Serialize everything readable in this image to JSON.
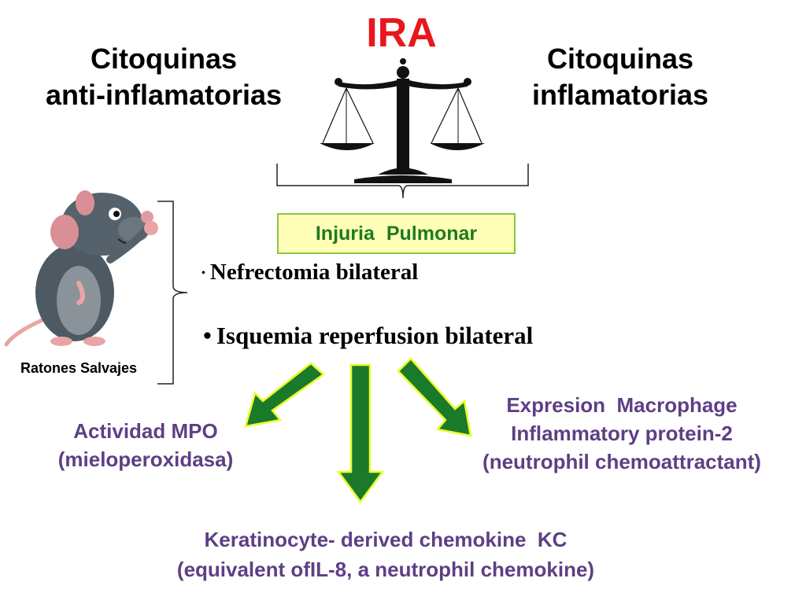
{
  "title": "IRA",
  "left_heading": {
    "line1": "Citoquinas",
    "line2": "anti-inflamatorias"
  },
  "right_heading": {
    "line1": "Citoquinas",
    "line2": "inflamatorias"
  },
  "injury_box": "Injuria Pulmonar",
  "bullets": [
    {
      "marker": "•",
      "text": "Nefrectomia bilateral"
    },
    {
      "marker": "•",
      "text": "Isquemia reperfusion bilateral"
    }
  ],
  "rat_caption": "Ratones Salvajes",
  "outcomes": {
    "left": {
      "line1": "Actividad MPO",
      "line2": "(mieloperoxidasa)"
    },
    "right": {
      "line1": "Expresion  Macrophage",
      "line2": "Inflammatory protein-2",
      "line3": "(neutrophil chemoattractant)"
    },
    "bottom": {
      "line1": "Keratinocyte- derived chemokine  KC",
      "line2": "(equivalent ofIL-8, a neutrophil chemokine)"
    }
  },
  "colors": {
    "title": "#e8171d",
    "outcome_text": "#5e3f85",
    "arrow_fill": "#1a7a2a",
    "arrow_outline": "#eaff2a",
    "box_fill": "#ffffb8",
    "box_text": "#1f7a1f"
  },
  "icons": [
    "balance-scale-icon",
    "rat-illustration",
    "brace-icon",
    "down-arrow-icon"
  ]
}
